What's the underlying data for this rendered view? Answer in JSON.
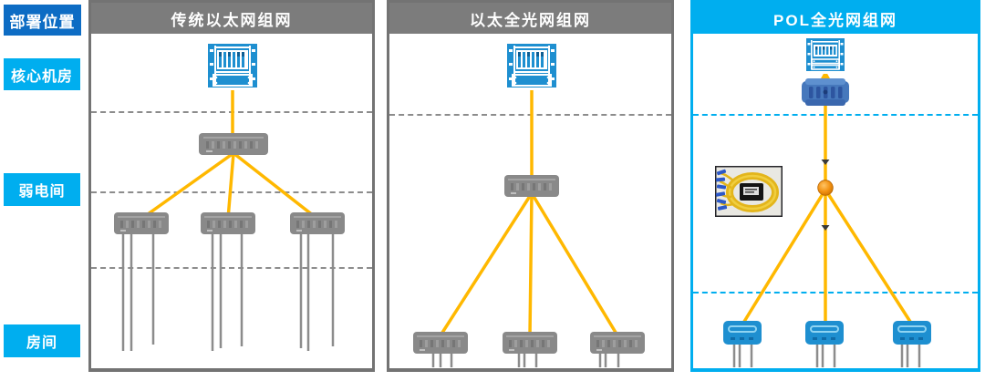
{
  "page": {
    "type": "network-topology-comparison-diagram",
    "background": "#FFFFFF"
  },
  "sidebar": {
    "items": [
      {
        "label": "部署位置",
        "color": "#0D6CC4"
      },
      {
        "label": "核心机房",
        "color": "#00AEEF"
      },
      {
        "label": "弱电间",
        "color": "#00AEEF"
      },
      {
        "label": "房间",
        "color": "#00AEEF"
      }
    ]
  },
  "columns": [
    {
      "title": "传统以太网组网",
      "accent_color": "#7C7C7C",
      "devices": [
        {
          "icon": "core-switch-chassis-icon",
          "tier": "核心机房",
          "count": 1
        },
        {
          "icon": "aggregation-switch-icon",
          "tier": "弱电间",
          "count": 1
        },
        {
          "icon": "access-switch-icon",
          "tier": "弱电间",
          "count": 3
        }
      ],
      "links": [
        {
          "from": "core-switch",
          "to": "aggregation-switch",
          "style": "fiber-yellow"
        },
        {
          "from": "aggregation-switch",
          "to": "access-switch",
          "style": "fiber-yellow",
          "count": 3
        },
        {
          "from": "access-switch",
          "to": "房间",
          "style": "copper-gray-drop",
          "count": 9
        }
      ]
    },
    {
      "title": "以太全光网组网",
      "accent_color": "#7C7C7C",
      "devices": [
        {
          "icon": "core-switch-chassis-icon",
          "tier": "核心机房",
          "count": 1
        },
        {
          "icon": "aggregation-switch-icon",
          "tier": "弱电间",
          "count": 1
        },
        {
          "icon": "access-switch-icon",
          "tier": "房间",
          "count": 3
        }
      ],
      "links": [
        {
          "from": "core-switch",
          "to": "aggregation-switch",
          "style": "fiber-yellow"
        },
        {
          "from": "aggregation-switch",
          "to": "access-switch",
          "style": "fiber-yellow",
          "count": 3
        },
        {
          "from": "access-switch",
          "to": "房间",
          "style": "copper-gray-drop",
          "count": 9
        }
      ]
    },
    {
      "title": "POL全光网组网",
      "accent_color": "#00AEEF",
      "devices": [
        {
          "icon": "olt-chassis-icon",
          "tier": "核心机房",
          "count": 1
        },
        {
          "icon": "odf-unit-icon",
          "tier": "核心机房",
          "count": 1
        },
        {
          "icon": "optical-splitter-node-icon",
          "tier": "弱电间",
          "count": 1
        },
        {
          "icon": "optical-splitter-photo",
          "tier": "弱电间",
          "count": 1
        },
        {
          "icon": "ont-icon",
          "tier": "房间",
          "count": 3
        }
      ],
      "links": [
        {
          "from": "odf-unit",
          "to": "olt-chassis",
          "style": "fiber-yellow-arrow-up"
        },
        {
          "from": "odf-unit",
          "to": "optical-splitter-node",
          "style": "fiber-yellow"
        },
        {
          "from": "optical-splitter-node",
          "to": "ont",
          "style": "fiber-yellow",
          "count": 3
        },
        {
          "from": "ont",
          "to": "房间",
          "style": "copper-gray-drop",
          "count": 9
        }
      ]
    }
  ],
  "icons": {
    "core-switch-chassis-icon": "blue modular chassis core switch",
    "aggregation-switch-icon": "gray ethernet switch",
    "access-switch-icon": "gray ethernet switch",
    "olt-chassis-icon": "blue OLT chassis",
    "odf-unit-icon": "dark blue optical distribution frame",
    "optical-splitter-node-icon": "orange passive optical splitter node",
    "optical-splitter-photo": "photo of PLC fiber splitter with yellow pigtails and blue SC connectors",
    "ont-icon": "blue optical network terminal"
  },
  "colors": {
    "fiber_yellow": "#FFB800",
    "copper_gray": "#8C8C8C",
    "device_blue": "#1E8FD0",
    "switch_gray": "#898989",
    "accent_gray": "#7C7C7C",
    "accent_cyan": "#00AEEF",
    "sidebar_blue": "#0D6CC4",
    "splitter_orange": "#E88112",
    "odf_blue": "#4678BC"
  }
}
